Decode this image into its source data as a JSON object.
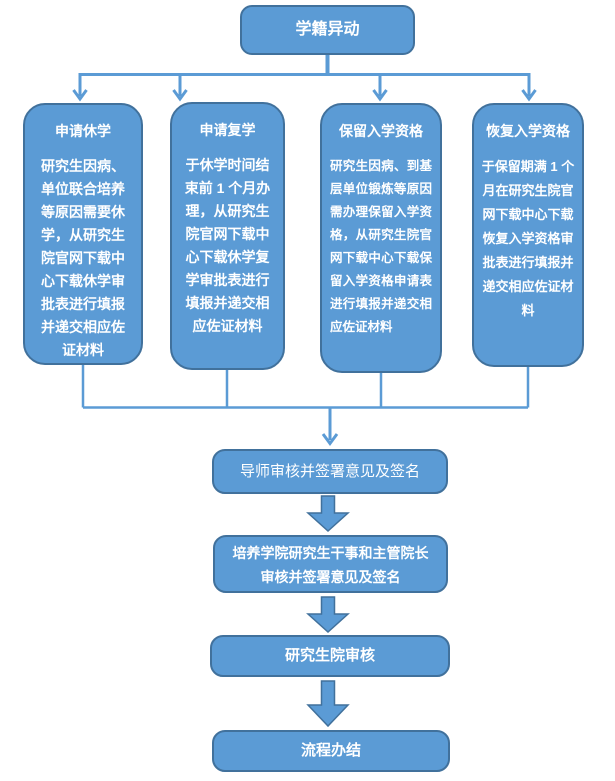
{
  "diagram": {
    "title": "学籍异动"
  },
  "columns": [
    {
      "title": "申请休学",
      "body": "研究生因病、单位联合培养等原因需要休学，从研究生院官网下载中心下载休学审批表进行填报并递交相应佐证材料"
    },
    {
      "title": "申请复学",
      "body": "于休学时间结束前 1 个月办理，从研究生院官网下载中心下载休学复学审批表进行填报并递交相应佐证材料"
    },
    {
      "title": "保留入学资格",
      "body": "研究生因病、到基层单位锻炼等原因需办理保留入学资格，从研究生院官网下载中心下载保留入学资格申请表进行填报并递交相应佐证材料"
    },
    {
      "title": "恢复入学资格",
      "body": "于保留期满 1 个月在研究生院官网下载中心下载恢复入学资格审批表进行填报并递交相应佐证材料"
    }
  ],
  "steps": [
    {
      "label": "导师审核并签署意见及签名"
    },
    {
      "label": "培养学院研究生干事和主管院长审核并签署意见及签名"
    },
    {
      "label": "研究生院审核"
    },
    {
      "label": "流程办结"
    }
  ],
  "colors": {
    "shape_fill": "#5B9BD5",
    "shape_border": "#41719C",
    "connector": "#5B9BD5",
    "text": "#FFFFFF",
    "background": "#FFFFFF"
  }
}
